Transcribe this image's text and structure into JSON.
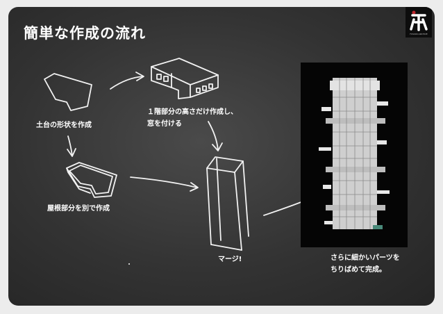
{
  "slide": {
    "title": "簡単な作成の流れ",
    "logo_text": "FUSION ARCHIVE"
  },
  "steps": {
    "base": "土台の形状を作成",
    "first_floor_line1": "１階部分の高さだけ作成し、",
    "first_floor_line2": "窓を付ける",
    "roof": "屋根部分を別で作成",
    "merge": "マージ!",
    "finish_line1": "さらに細かいパーツを",
    "finish_line2": "ちりばめて完成。"
  },
  "colors": {
    "background": "#333333",
    "text": "#ffffff",
    "chalk": "#f2f2f2",
    "render_bg": "#050505",
    "logo_red": "#c0262b"
  }
}
